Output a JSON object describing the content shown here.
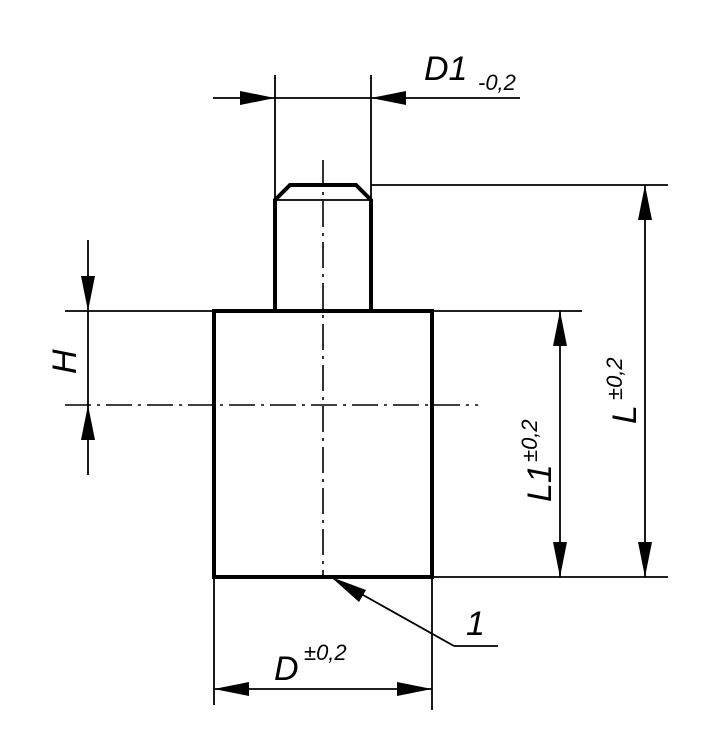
{
  "labels": {
    "d1": {
      "name": "D1",
      "tol": "-0,2"
    },
    "l": {
      "name": "L",
      "tol": "±0,2"
    },
    "l1": {
      "name": "L1",
      "tol": "±0,2"
    },
    "h": {
      "name": "H"
    },
    "d": {
      "name": "D",
      "tol": "±0,2"
    },
    "callout": "1"
  }
}
